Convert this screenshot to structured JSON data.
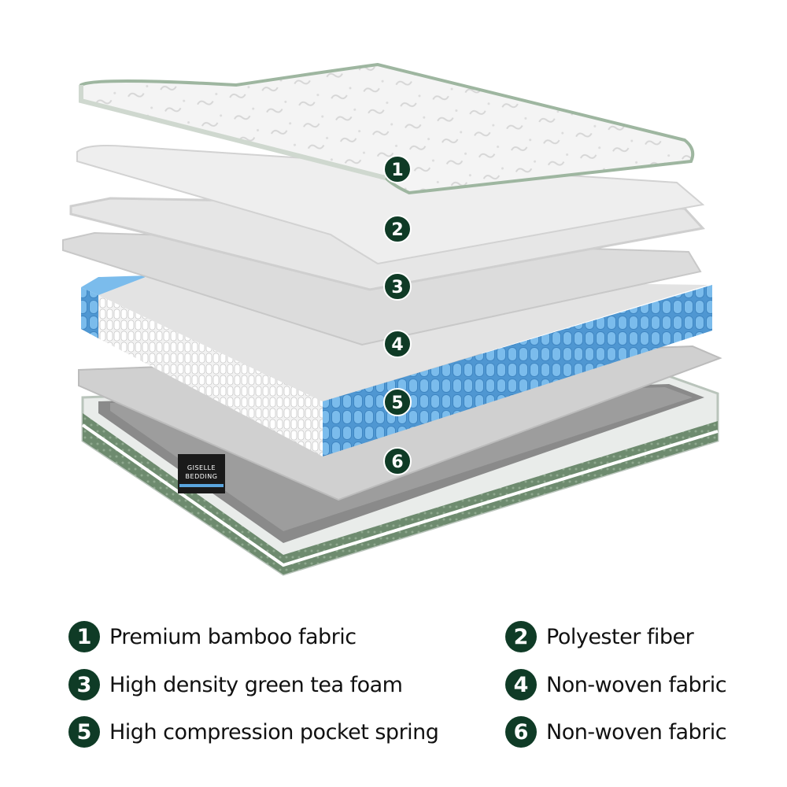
{
  "brand": {
    "label_line1": "GISELLE",
    "label_line2": "BEDDING"
  },
  "layers": [
    {
      "number": "1",
      "label": "Premium bamboo fabric"
    },
    {
      "number": "2",
      "label": "Polyester fiber"
    },
    {
      "number": "3",
      "label": "High density green tea foam"
    },
    {
      "number": "4",
      "label": "Non-woven fabric"
    },
    {
      "number": "5",
      "label": "High compression pocket spring"
    },
    {
      "number": "6",
      "label": "Non-woven fabric"
    }
  ],
  "colors": {
    "badge": "#0f3b26",
    "spring_edge": "#5aa5de",
    "border_green": "#5f7d62"
  }
}
